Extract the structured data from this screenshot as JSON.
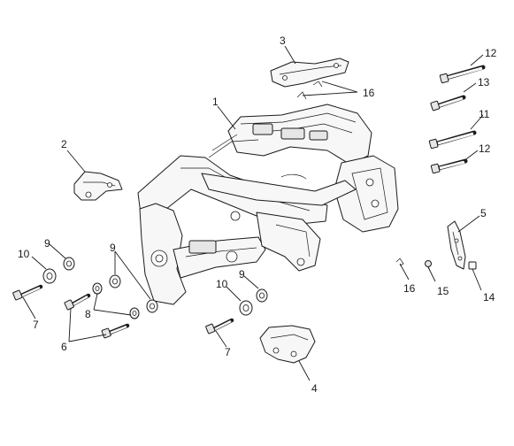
{
  "callouts": {
    "frame": "1",
    "bracket_left": "2",
    "bracket_top": "3",
    "bracket_bottom": "4",
    "bracket_right": "5",
    "bolt_6": "6",
    "bolt_7_left": "7",
    "bolt_7_center": "7",
    "spacer_8": "8",
    "bush_9_left": "9",
    "bush_9_middle": "9",
    "bush_9_right": "9",
    "spacer_10_left": "10",
    "spacer_10_right": "10",
    "bolt_11": "11",
    "bolt_12_top": "12",
    "bolt_12_bottom": "12",
    "bolt_13": "13",
    "clip_14": "14",
    "screw_15": "15",
    "clip_16_top": "16",
    "clip_16_right": "16"
  }
}
